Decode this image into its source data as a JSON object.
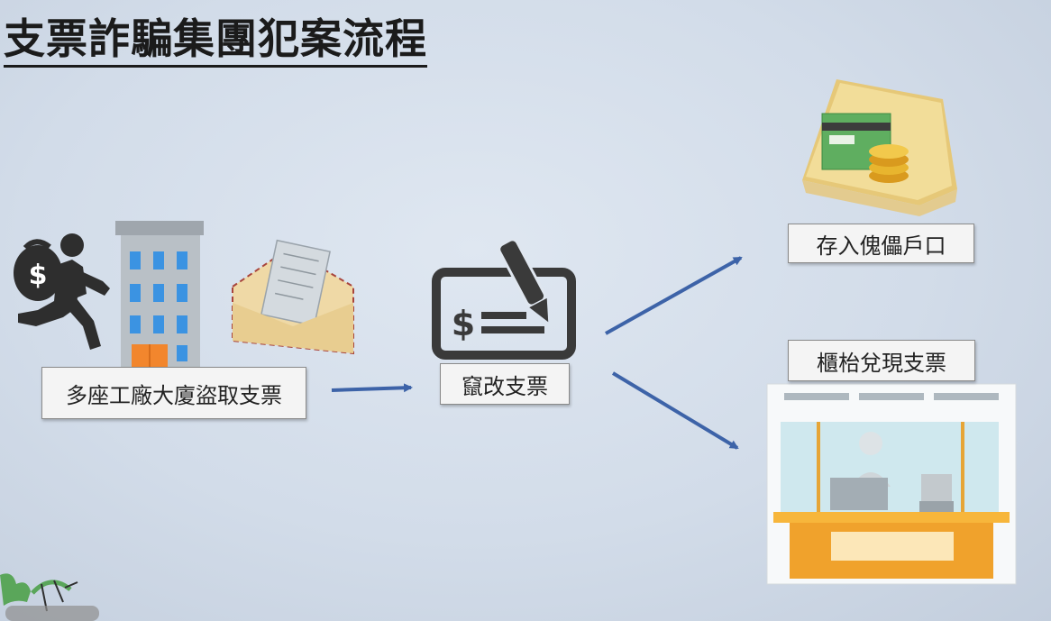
{
  "title": "支票詐騙集團犯案流程",
  "steps": {
    "steal": "多座工廠大廈盜取支票",
    "alter": "竄改支票",
    "deposit": "存入傀儡戶口",
    "cash": "櫃枱兌現支票"
  },
  "icons": {
    "thief": "running-thief-icon",
    "building": "building-icon",
    "envelope": "cheque-envelope-icon",
    "cheque_pen": "cheque-pen-icon",
    "wallet": "wallet-card-coins-icon",
    "counter": "bank-counter-icon"
  },
  "colors": {
    "arrow": "#3d63a8",
    "icon_dark": "#3a3a3a",
    "counter_orange": "#f0a22c"
  },
  "glyphs": {
    "dollar": "$"
  }
}
